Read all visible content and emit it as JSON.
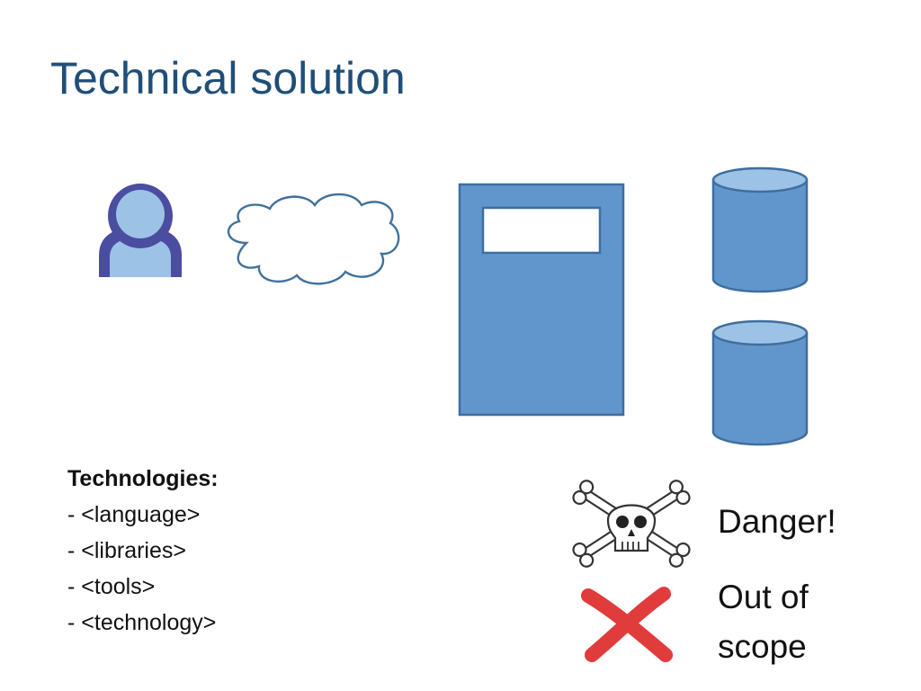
{
  "slide": {
    "title": "Technical solution"
  },
  "diagram": {
    "icons": [
      "user-icon",
      "cloud-icon",
      "server-icon",
      "database-icon",
      "database-icon"
    ],
    "colors": {
      "fill": "#6196cc",
      "stroke": "#3f6e9f",
      "light_fill": "#9cc3e6",
      "cloud_stroke": "#41719c",
      "user_body": "#4a4da0",
      "user_head": "#9cc3e6",
      "cross": "#e03c3c"
    }
  },
  "technologies": {
    "heading": "Technologies:",
    "items": [
      "- <language>",
      "- <libraries>",
      "- <tools>",
      "- <technology>"
    ]
  },
  "legend": {
    "danger_label": "Danger!",
    "out_of_scope_label": "Out of scope",
    "danger_icon": "skull-crossbones-icon",
    "out_of_scope_icon": "red-x-icon"
  }
}
